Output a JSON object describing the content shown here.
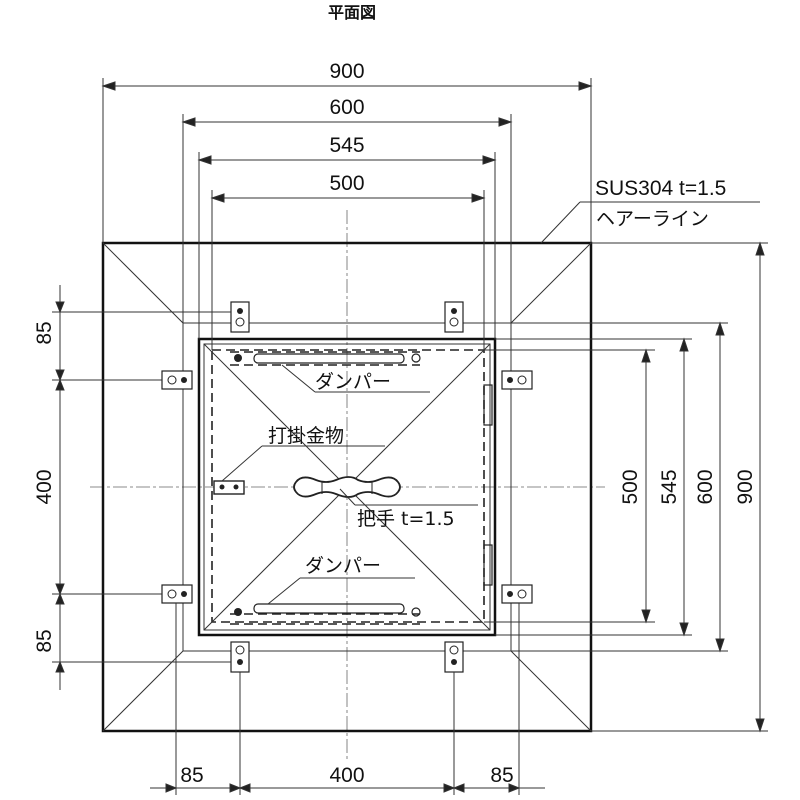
{
  "title": "平面図",
  "dimensions": {
    "top_900": "900",
    "top_600": "600",
    "top_545": "545",
    "top_500": "500",
    "bottom_85_left": "85",
    "bottom_400": "400",
    "bottom_85_right": "85",
    "left_85_top": "85",
    "left_400": "400",
    "left_85_bottom": "85",
    "right_500": "500",
    "right_545": "545",
    "right_600": "600",
    "right_900": "900"
  },
  "labels": {
    "material_line1": "SUS304 t=1.5",
    "material_line2": "ヘアーライン",
    "damper_top": "ダンパー",
    "catch": "打掛金物",
    "handle": "把手 t=1.5",
    "damper_bottom": "ダンパー"
  }
}
